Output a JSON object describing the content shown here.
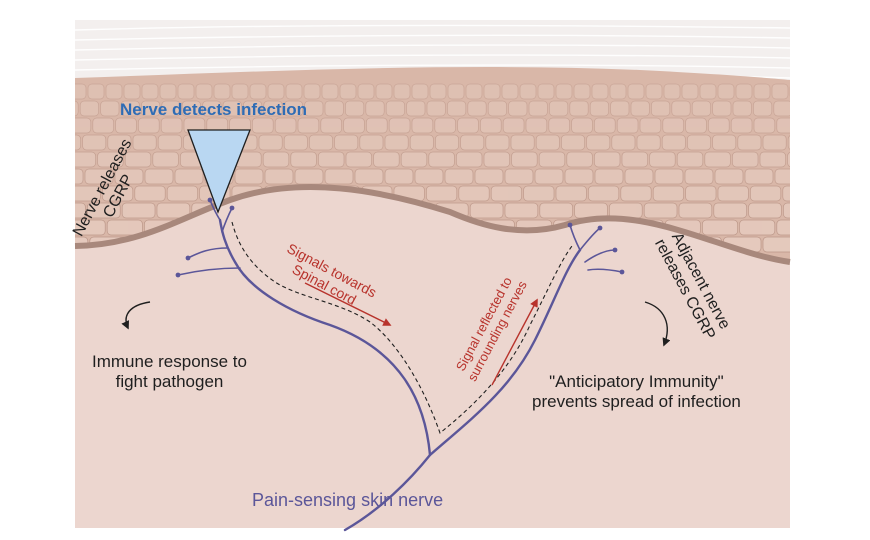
{
  "labels": {
    "detects": "Nerve detects infection",
    "releases_line1": "Nerve releases",
    "releases_line2": "CGRP",
    "immune_line1": "Immune response to",
    "immune_line2": "fight pathogen",
    "signals_line1": "Signals towards",
    "signals_line2": "Spinal cord",
    "reflected_line1": "Signal reflected to",
    "reflected_line2": "surrounding nerves",
    "adjacent_line1": "Adjacent nerve",
    "adjacent_line2": "releases CGRP",
    "anticipatory_line1": "\"Anticipatory Immunity\"",
    "anticipatory_line2": "prevents spread of infection",
    "nerve": "Pain-sensing skin nerve"
  },
  "colors": {
    "stratum": "#f3efee",
    "stratum_lines": "#ffffff",
    "epidermis": "#d9b7a8",
    "cell": "#e6cbbf",
    "cell_border": "#b89385",
    "dermis": "#ecd6cf",
    "nerve": "#5b5699",
    "signal": "#b8332c",
    "title_blue": "#2e6cb5",
    "triangle": "#b9d7f2",
    "text": "#1f1f1f"
  }
}
